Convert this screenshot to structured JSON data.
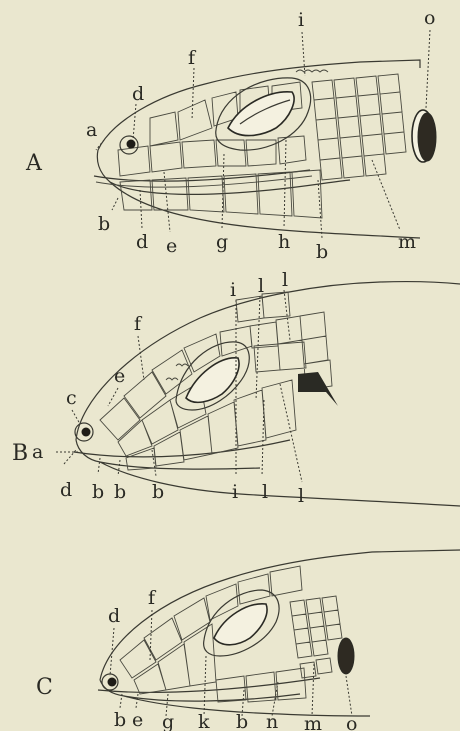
{
  "panels": [
    {
      "id": "A",
      "letter": "A",
      "labels": [
        "a",
        "b",
        "d",
        "d",
        "e",
        "f",
        "g",
        "h",
        "b",
        "m",
        "o",
        "i"
      ]
    },
    {
      "id": "B",
      "letter": "B",
      "labels": [
        "a",
        "c",
        "d",
        "b",
        "b",
        "b",
        "e",
        "f",
        "i",
        "i",
        "l",
        "l",
        "l",
        "l"
      ]
    },
    {
      "id": "C",
      "letter": "C",
      "labels": [
        "d",
        "f",
        "b",
        "e",
        "g",
        "k",
        "b",
        "n",
        "m",
        "o"
      ]
    }
  ]
}
